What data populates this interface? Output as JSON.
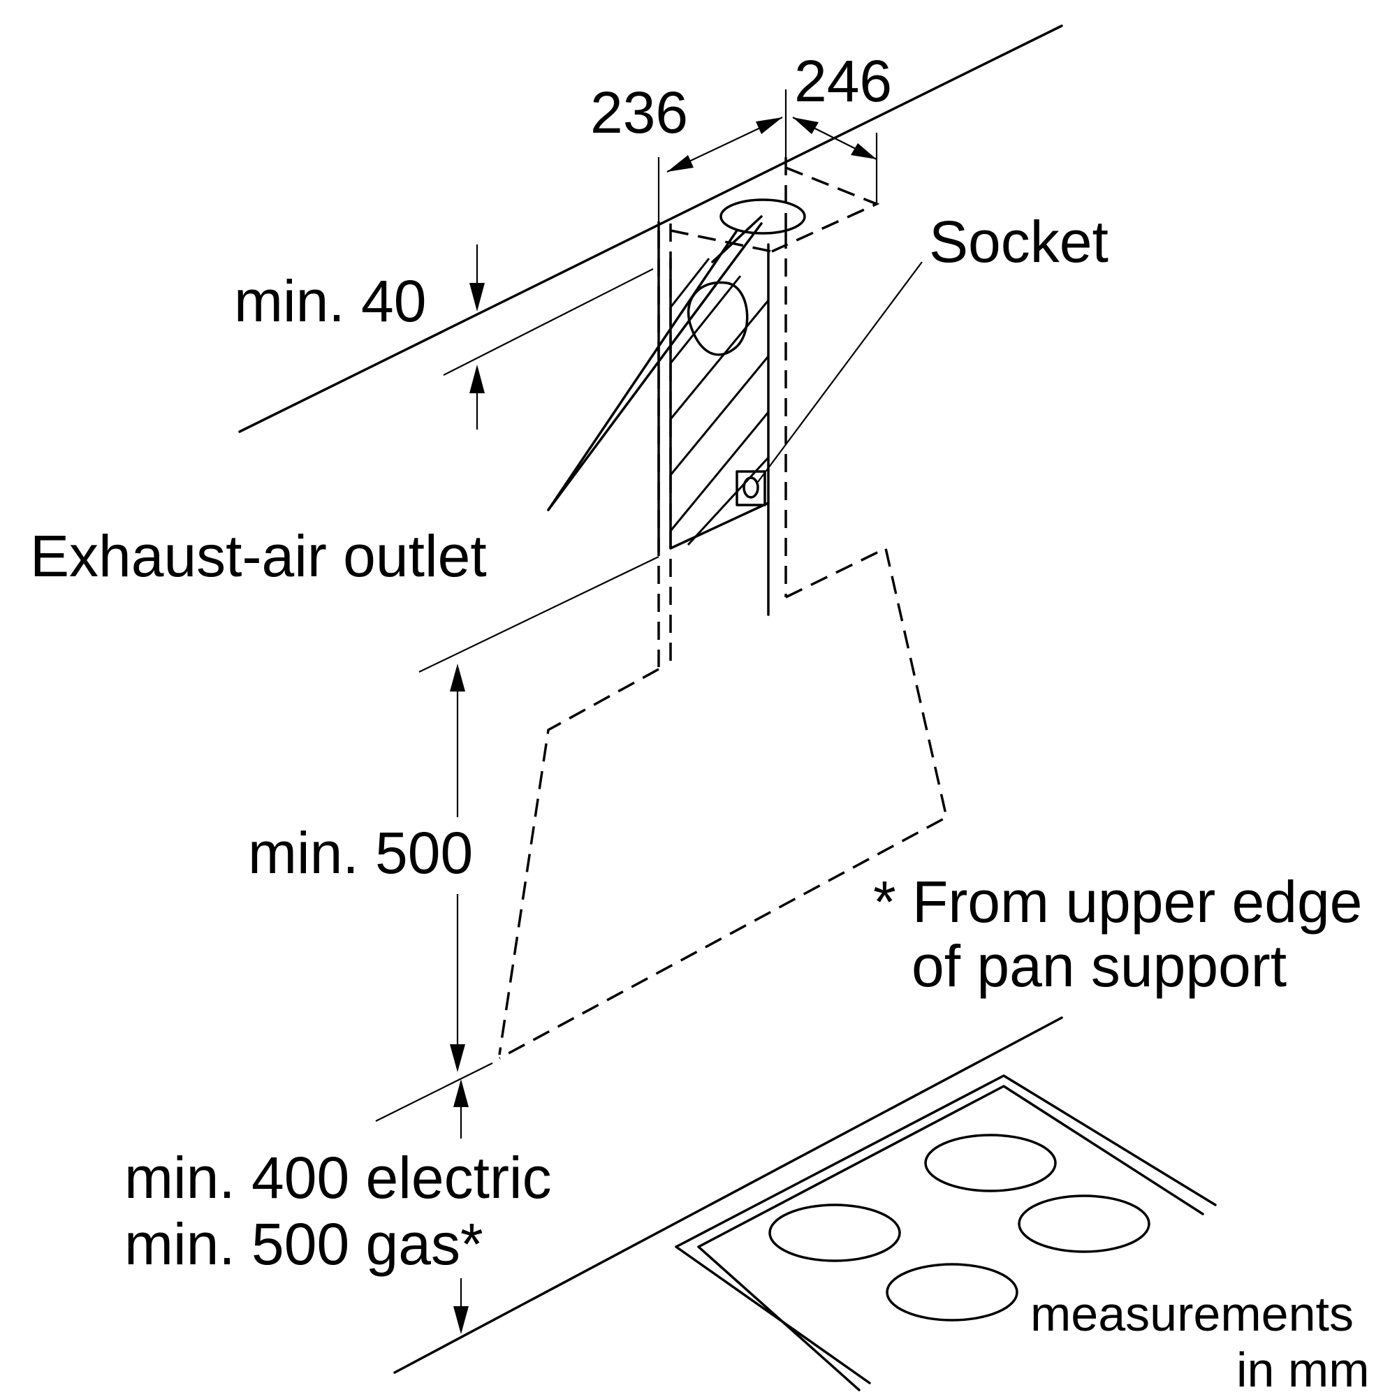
{
  "labels": {
    "dim_236": "236",
    "dim_246": "246",
    "socket": "Socket",
    "min_40": "min. 40",
    "exhaust_outlet": "Exhaust-air outlet",
    "min_500": "min. 500",
    "footnote_line1": "* From upper edge",
    "footnote_line2": "of pan support",
    "min_400_electric": "min. 400 electric",
    "min_500_gas": "min. 500 gas*",
    "measurements_line1": "measurements",
    "measurements_line2": "in mm"
  }
}
